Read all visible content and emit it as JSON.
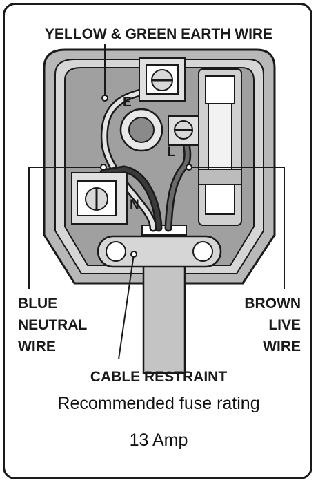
{
  "labels": {
    "earth_wire": "YELLOW & GREEN EARTH WIRE",
    "neutral_line1": "BLUE",
    "neutral_line2": "NEUTRAL",
    "neutral_line3": "WIRE",
    "live_line1": "BROWN",
    "live_line2": "LIVE",
    "live_line3": "WIRE",
    "cable_restraint": "CABLE RESTRAINT"
  },
  "terminals": {
    "earth": "E",
    "live": "L",
    "neutral": "N"
  },
  "caption": {
    "line1": "Recommended fuse rating",
    "line2": "13 Amp"
  }
}
